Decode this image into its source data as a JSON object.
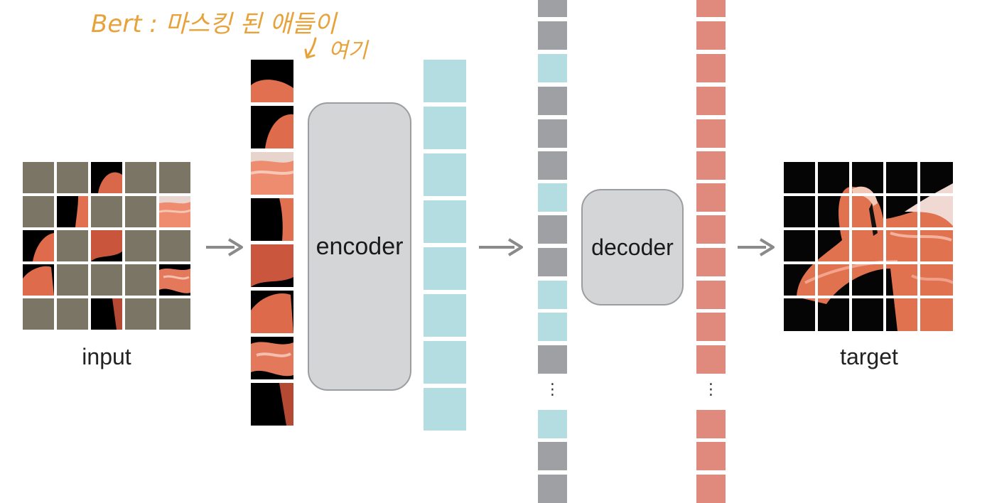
{
  "annotation": {
    "line1": "Bert : 마스킹 된 애들이",
    "line2": "여기"
  },
  "labels": {
    "input": "input",
    "encoder": "encoder",
    "decoder": "decoder",
    "target": "target",
    "ellipsis": "⋮"
  },
  "colors": {
    "masked_patch": "#7b7566",
    "mask_token": "#9fa0a3",
    "encoded_token": "#b3dde0",
    "decoded_token": "#e08a7e",
    "module_box": "#d4d5d7",
    "annotation_ink": "#e8a23a",
    "arrow": "#8a8a8a"
  }
}
